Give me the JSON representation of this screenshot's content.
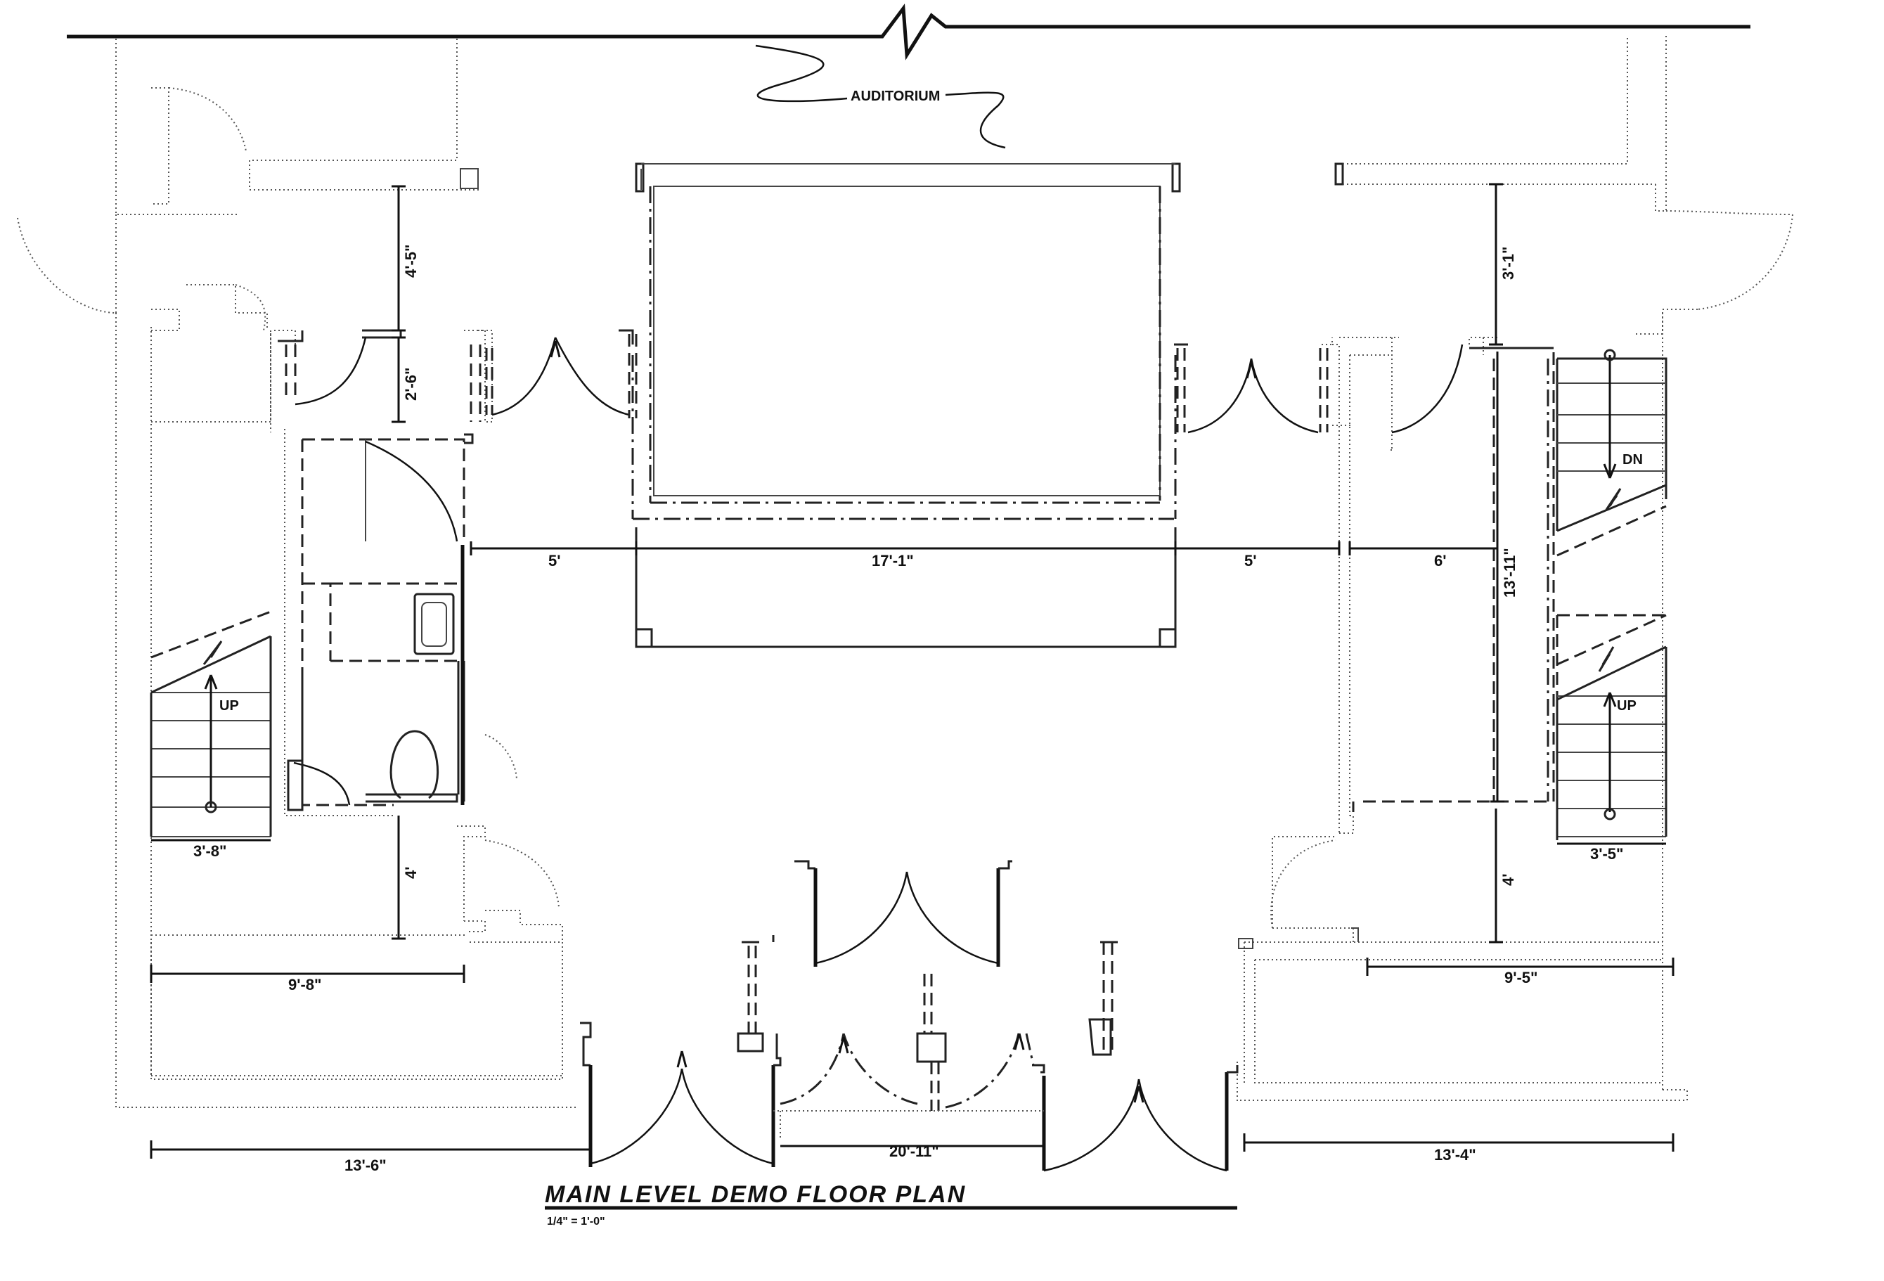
{
  "drawing": {
    "title": "MAIN LEVEL DEMO FLOOR PLAN",
    "scale": "1/4\" = 1'-0\""
  },
  "rooms": {
    "auditorium": "AUDITORIUM"
  },
  "stairs": {
    "left_up": "UP",
    "right_up": "UP",
    "right_down": "DN"
  },
  "dimensions": {
    "top_left_vertical": "4'-5\"",
    "left_door_vertical": "2'-6\"",
    "top_right_vertical": "3'-1\"",
    "center_left_5": "5'",
    "center_span": "17'-1\"",
    "center_right_5": "5'",
    "right_6": "6'",
    "right_vertical": "13'-11\"",
    "left_lower_vertical": "4'",
    "right_lower_vertical": "4'",
    "left_stair_width": "3'-8\"",
    "right_stair_width": "3'-5\"",
    "left_room_width": "9'-8\"",
    "right_room_width": "9'-5\"",
    "bottom_left": "13'-6\"",
    "bottom_center": "20'-11\"",
    "bottom_right": "13'-4\""
  }
}
